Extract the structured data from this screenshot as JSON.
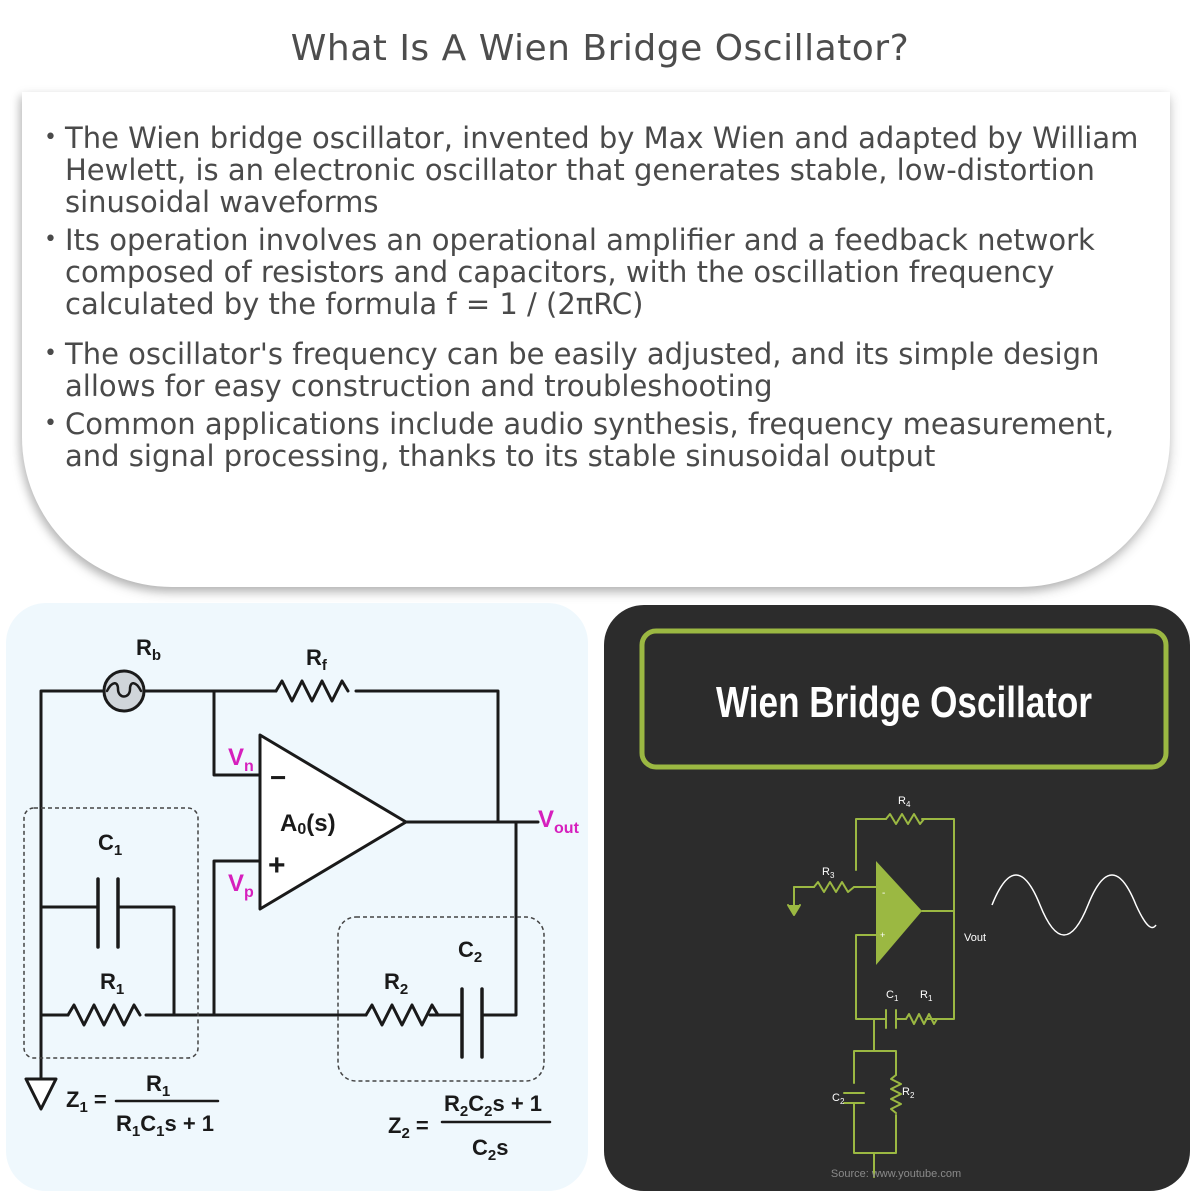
{
  "title": "What Is A Wien Bridge Oscillator?",
  "bullets": [
    "The Wien bridge oscillator, invented by Max Wien and adapted by William Hewlett, is an electronic oscillator that generates stable, low-distortion sinusoidal waveforms",
    "Its operation involves an operational amplifier and a feedback network composed of resistors and capacitors, with the oscillation frequency calculated by the formula f = 1 / (2πRC)",
    "The oscillator's frequency can be easily adjusted, and its simple design allows for easy construction and troubleshooting",
    "Common applications include audio synthesis, frequency measurement, and signal processing, thanks to its stable sinusoidal output"
  ],
  "left_diagram": {
    "rb": "R",
    "rb_sub": "b",
    "rf": "R",
    "rf_sub": "f",
    "vn": "V",
    "vn_sub": "n",
    "vp": "V",
    "vp_sub": "p",
    "minus": "−",
    "plus": "+",
    "gain": "A",
    "gain_sub": "0",
    "gain_suffix": "(s)",
    "vout": "V",
    "vout_sub": "out",
    "c1": "C",
    "c1_sub": "1",
    "r1": "R",
    "r1_sub": "1",
    "c2": "C",
    "c2_sub": "2",
    "r2": "R",
    "r2_sub": "2",
    "z1_lhs": "Z",
    "z1_lhs_sub": "1",
    "z1_eq": " =",
    "z1_num": "R",
    "z1_num_sub": "1",
    "z1_den_a": "R",
    "z1_den_a_sub": "1",
    "z1_den_b": "C",
    "z1_den_b_sub": "1",
    "z1_den_c": "s + 1",
    "z2_lhs": "Z",
    "z2_lhs_sub": "2",
    "z2_eq": " =",
    "z2_num_a": "R",
    "z2_num_a_sub": "2",
    "z2_num_b": "C",
    "z2_num_b_sub": "2",
    "z2_num_c": "s + 1",
    "z2_den_a": "C",
    "z2_den_a_sub": "2",
    "z2_den_b": "s"
  },
  "right_diagram": {
    "banner": "Wien Bridge Oscillator",
    "r4": "R",
    "r4_sub": "4",
    "r3": "R",
    "r3_sub": "3",
    "minus": "-",
    "plus": "+",
    "vout": "Vout",
    "c1": "C",
    "c1_sub": "1",
    "r1": "R",
    "r1_sub": "1",
    "c2": "C",
    "c2_sub": "2",
    "r2": "R",
    "r2_sub": "2",
    "source": "Source: www.youtube.com"
  },
  "colors": {
    "accent_magenta": "#d61fbd",
    "accent_green": "#9bb842",
    "left_panel_bg": "#eff8fd",
    "right_panel_bg": "#2c2c2c",
    "text_gray": "#4a4a4a"
  }
}
